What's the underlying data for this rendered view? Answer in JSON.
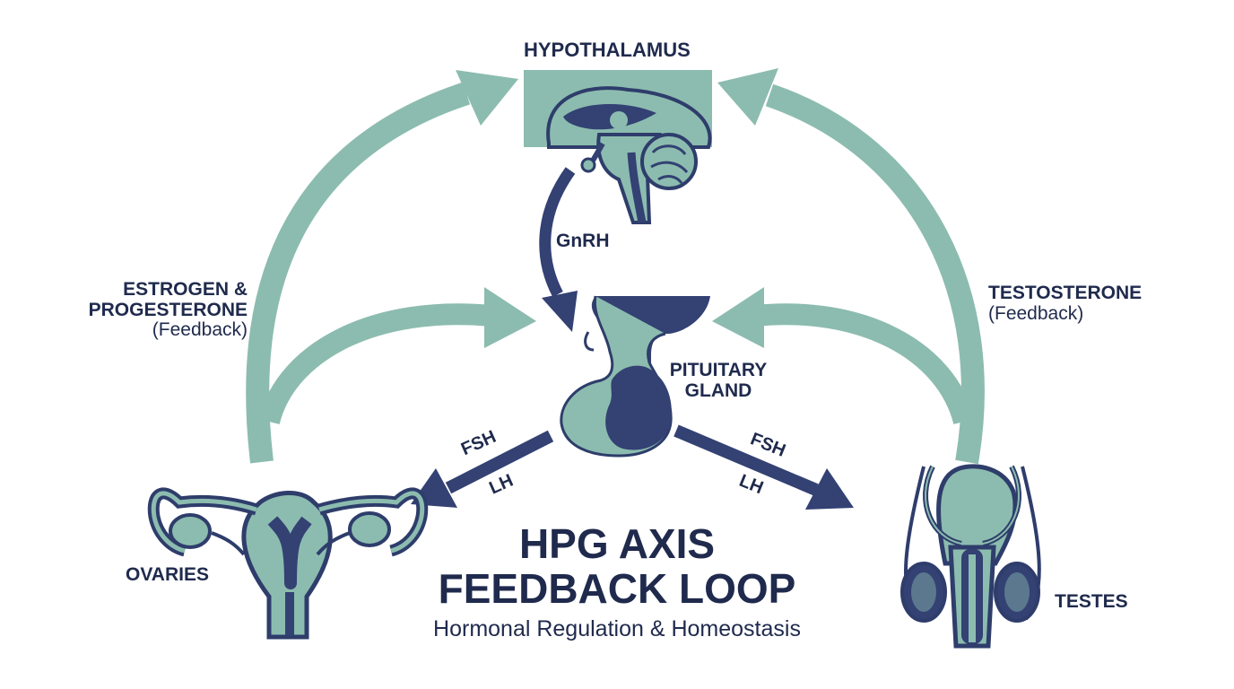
{
  "colors": {
    "navy": "#334173",
    "teal": "#8cbcaf",
    "text": "#1f2a4d"
  },
  "nodes": {
    "hypothalamus": "HYPOTHALAMUS",
    "pituitary_line1": "PITUITARY",
    "pituitary_line2": "GLAND",
    "ovaries": "OVARIES",
    "testes": "TESTES"
  },
  "hormones": {
    "gnrh": "GnRH",
    "fsh_left": "FSH",
    "lh_left": "LH",
    "fsh_right": "FSH",
    "lh_right": "LH"
  },
  "feedback": {
    "female_line1": "ESTROGEN &",
    "female_line2": "PROGESTERONE",
    "female_note": "(Feedback)",
    "male_line1": "TESTOSTERONE",
    "male_note": "(Feedback)"
  },
  "title": {
    "line1": "HPG AXIS",
    "line2": "FEEDBACK LOOP",
    "subtitle": "Hormonal Regulation & Homeostasis"
  },
  "icons": {
    "hypothalamus": "brain-sagittal-icon",
    "pituitary": "pituitary-gland-icon",
    "ovaries": "uterus-ovaries-icon",
    "testes": "male-reproductive-icon"
  }
}
